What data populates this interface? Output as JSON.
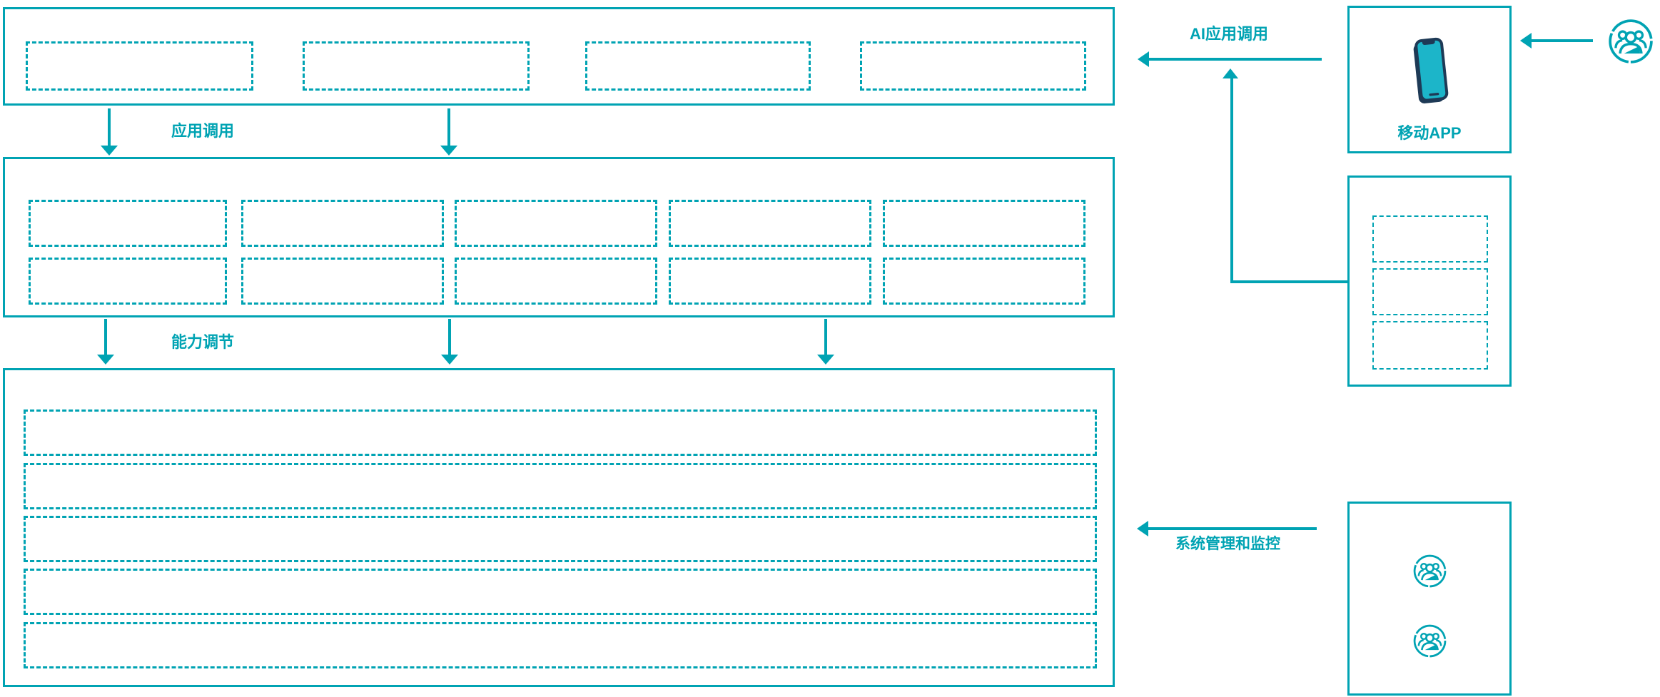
{
  "colors": {
    "accent_teal": "#00a3b3",
    "phone_body_navy": "#1e3a56",
    "phone_screen_teal": "#1cb5c9",
    "background": "#ffffff"
  },
  "flow_labels": {
    "app_call": "应用调用",
    "capability_adjust": "能力调节",
    "ai_app_call": "AI应用调用",
    "system_mgmt_monitor": "系统管理和监控"
  },
  "right_panel": {
    "mobile_app_label": "移动APP"
  },
  "icons": {
    "phone": "smartphone-icon",
    "people": "users-icon"
  }
}
